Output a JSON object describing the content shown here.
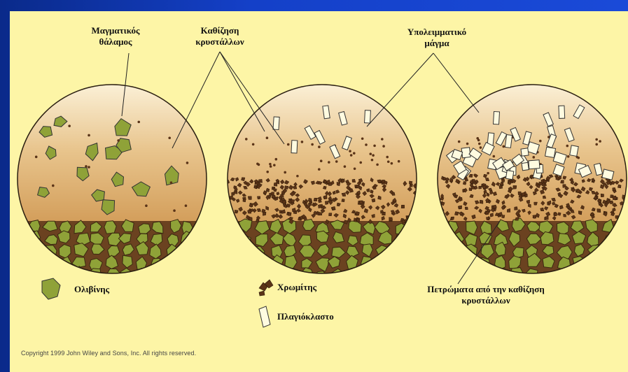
{
  "labels": {
    "magma_chamber": "Μαγματικός\nθάλαμος",
    "crystal_settling": "Καθίζηση\nκρυστάλλων",
    "residual_magma": "Υπολειμματικό\nμάγμα",
    "cumulate_rocks": "Πετρώματα από την καθίζηση\nκρυστάλλων"
  },
  "legend": {
    "olivine": "Ολιβίνης",
    "chromite": "Χρωμίτης",
    "plagioclase": "Πλαγιόκλαστο"
  },
  "copyright": "Copyright 1999 John Wiley and Sons, Inc. All rights reserved.",
  "colors": {
    "background_blue": "#1440c8",
    "panel_yellow": "#fdf5a6",
    "olivine_green": "#8fa238",
    "chromite_brown": "#5a3418",
    "plagioclase_cream": "#fffbe0"
  }
}
